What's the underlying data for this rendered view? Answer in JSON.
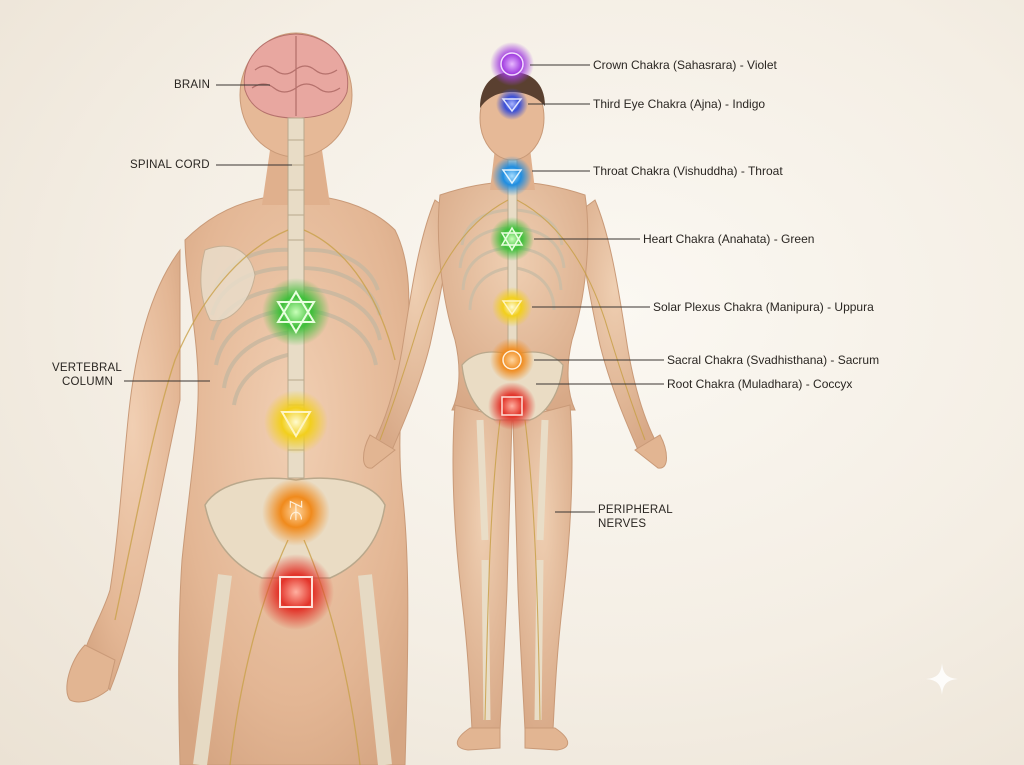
{
  "labels": {
    "brain": "BRAIN",
    "spinal_cord": "SPINAL CORD",
    "vertebral_column": [
      "VERTEBRAL",
      "COLUMN"
    ],
    "peripheral_nerves": [
      "PERIPHERAL",
      "NERVES"
    ],
    "crown": "Crown Chakra (Sahasrara) - Violet",
    "third_eye": "Third Eye Chakra (Ajna) - Indigo",
    "throat": "Throat Chakra (Vishuddha) - Throat",
    "heart": "Heart Chakra (Anahata) - Green",
    "solar_plexus": "Solar Plexus Chakra (Manipura) - Uppura",
    "sacral": "Sacral Chakra (Svadhisthana) - Sacrum",
    "root": "Root Chakra (Muladhara) - Coccyx"
  },
  "chakra_colors": {
    "crown": "#a23ee0",
    "third_eye": "#3a4fd6",
    "throat": "#1f8de0",
    "heart": "#3fbf3a",
    "solar_plexus": "#f2cf1d",
    "sacral": "#f08a1c",
    "root": "#e23228"
  },
  "icons": {
    "sparkle": "sparkle-icon"
  }
}
